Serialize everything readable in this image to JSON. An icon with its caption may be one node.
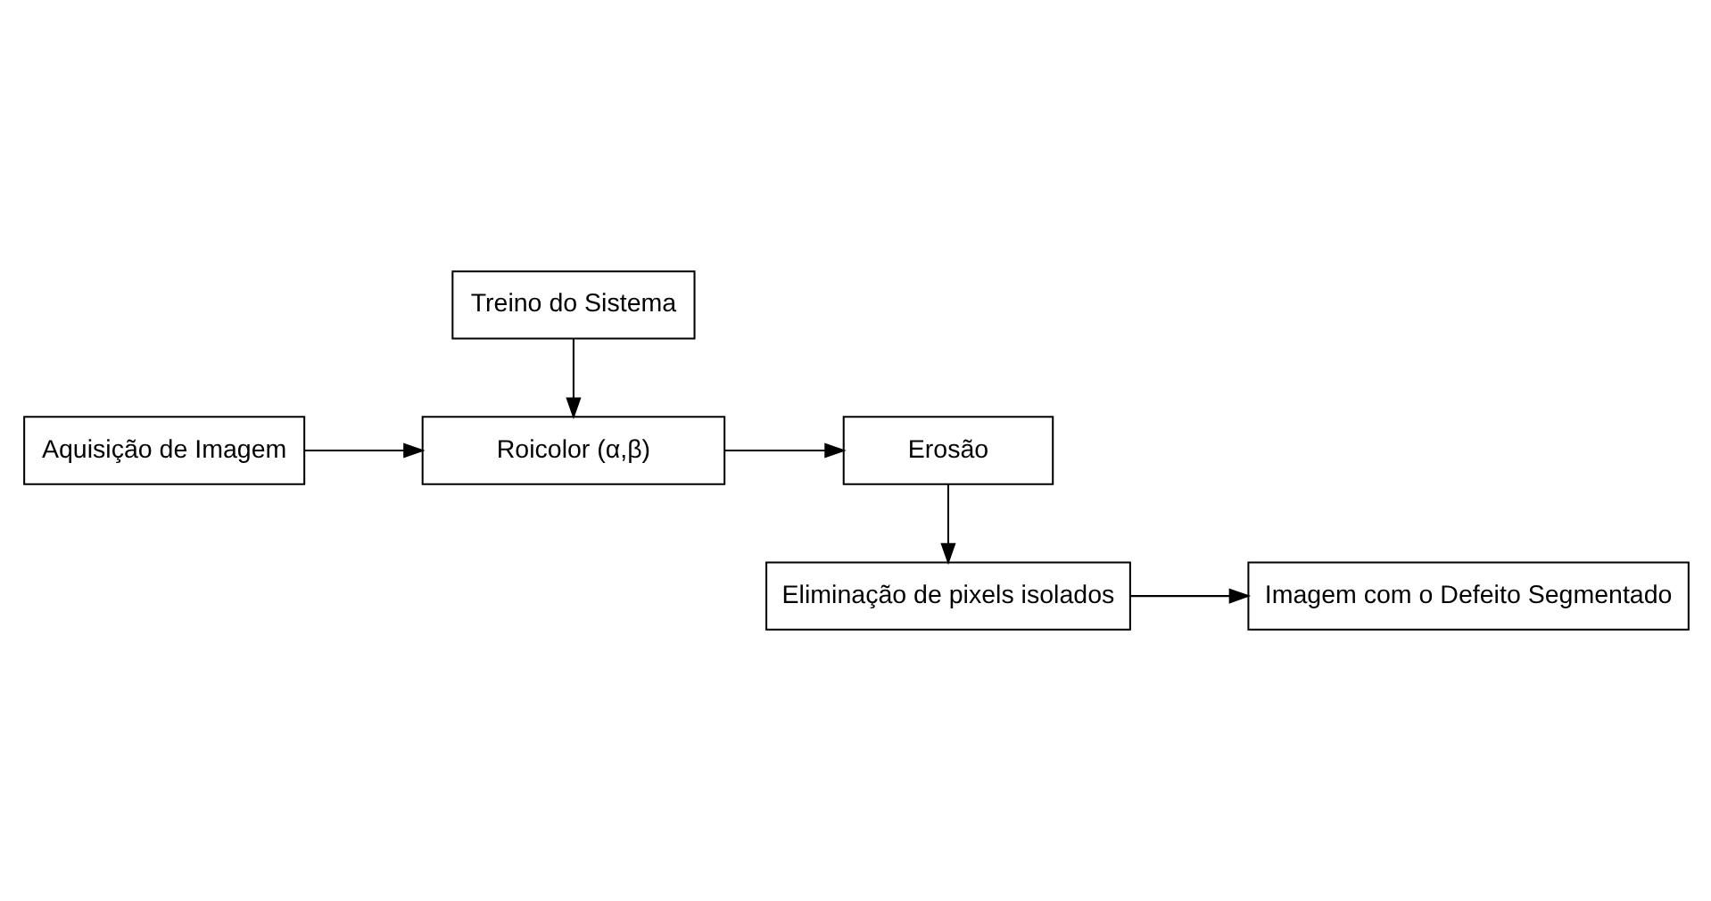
{
  "diagram": {
    "nodes": [
      {
        "text": [
          "Treino do Sistema"
        ]
      },
      {
        "text": [
          "Aquisição de Imagem"
        ]
      },
      {
        "text": [
          "Roicolor (α,β)"
        ]
      },
      {
        "text": [
          "Erosão"
        ]
      },
      {
        "text": [
          "Eliminação de pixels isolados"
        ]
      },
      {
        "text": [
          "Imagem com o Defeito Segmentado"
        ]
      }
    ],
    "edges": [
      {
        "from": 0,
        "to": 2,
        "arrow": "to"
      },
      {
        "from": 1,
        "to": 2,
        "arrow": "to"
      },
      {
        "from": 2,
        "to": 3,
        "arrow": "to"
      },
      {
        "from": 3,
        "to": 4,
        "arrow": "to"
      },
      {
        "from": 4,
        "to": 5,
        "arrow": "to"
      }
    ]
  }
}
